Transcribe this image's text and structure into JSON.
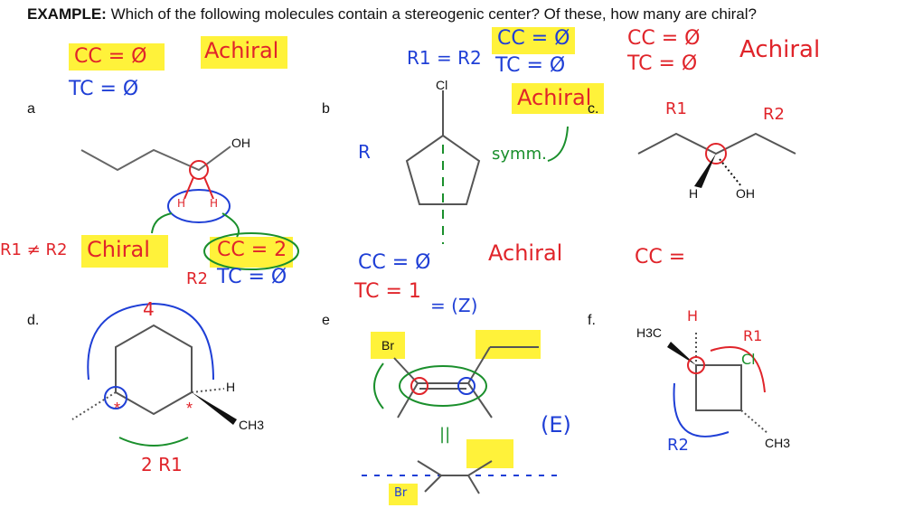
{
  "title": {
    "bold": "EXAMPLE:",
    "text": "Which of the following molecules contain a stereogenic center? Of these, how many are chiral?"
  },
  "labels": {
    "a": "a",
    "b": "b",
    "c": "c.",
    "d": "d.",
    "e": "e",
    "f": "f."
  },
  "atoms": {
    "a_oh": "OH",
    "b_cl": "Cl",
    "c_h": "H",
    "c_oh": "OH",
    "d_h": "H",
    "d_ch3": "CH3",
    "e_br": "Br",
    "f_h3c": "H3C",
    "f_ch3": "CH3"
  },
  "annotations": {
    "a_cc": "CC = Ø",
    "a_achiral": "Achiral",
    "a_tc": "TC = Ø",
    "a_h1": "H",
    "a_h2": "H",
    "a_r1r2": "R1 ≠ R2",
    "a_chiral": "Chiral",
    "a_cc2": "CC = 2",
    "a_r2": "R2",
    "a_tc0": "TC = Ø",
    "b_r1r2": "R1 = R2",
    "b_cc": "CC = Ø",
    "b_tc": "TC = Ø",
    "b_achiral": "Achiral",
    "b_r": "R",
    "b_symm": "symm.",
    "b_cc0": "CC = Ø",
    "b_tc1": "TC = 1",
    "b_z": "= (Z)",
    "b_achiral2": "Achiral",
    "c_cc": "CC = Ø",
    "c_tc": "TC = Ø",
    "c_achiral": "Achiral",
    "c_r1": "R1",
    "c_r2": "R2",
    "c_cc_eq": "CC =",
    "d_4": "4",
    "d_2r1": "2 R1",
    "e_E": "(E)",
    "e_ll": "||",
    "e_br_small": "Br",
    "f_h": "H",
    "f_r1": "R1",
    "f_cl": "Cl",
    "f_r2": "R2"
  },
  "colors": {
    "red": "#e0242a",
    "blue": "#1f3fd6",
    "green": "#1a8f2c",
    "highlight": "#fff23a"
  }
}
